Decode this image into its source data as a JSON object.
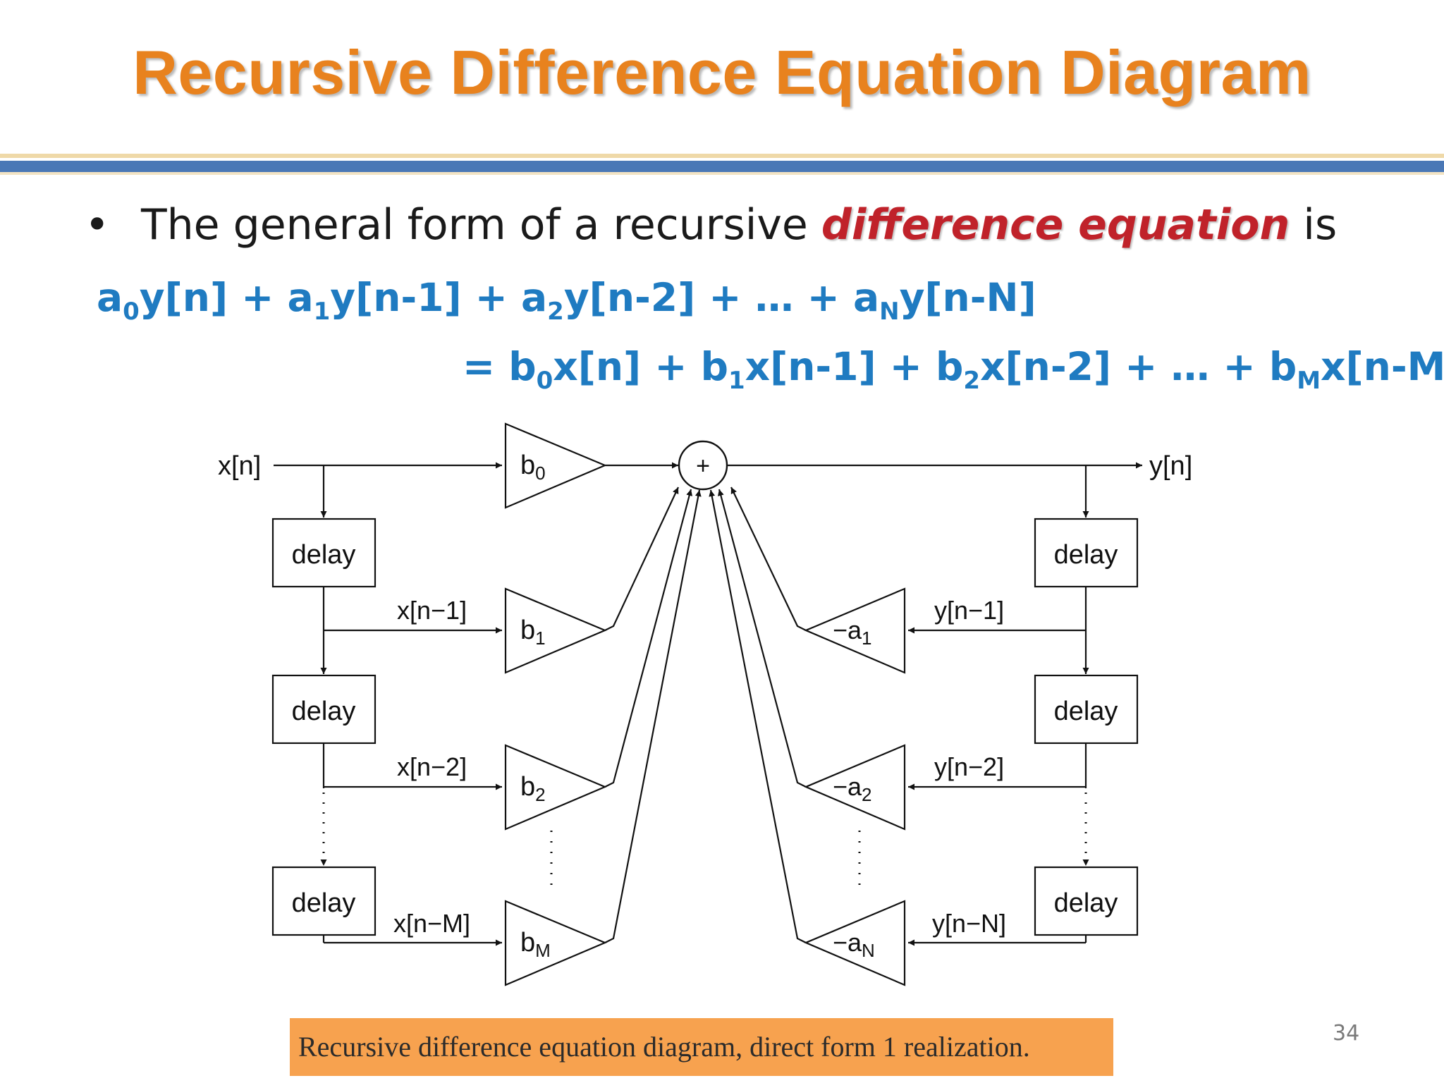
{
  "slide": {
    "title": "Recursive Difference Equation Diagram",
    "bullet": {
      "prefix": "The general form of a recursive ",
      "highlight": "difference equation",
      "suffix": " is"
    },
    "equation": {
      "lhs": [
        {
          "base": "a",
          "sub": "0",
          "text": "y[n] + "
        },
        {
          "base": "a",
          "sub": "1",
          "text": "y[n-1] + "
        },
        {
          "base": "a",
          "sub": "2",
          "text": "y[n-2] + … + "
        },
        {
          "base": "a",
          "sub": "N",
          "text": "y[n-N]"
        }
      ],
      "rhs": [
        {
          "base": "= b",
          "sub": "0",
          "text": "x[n] + "
        },
        {
          "base": "b",
          "sub": "1",
          "text": "x[n-1] + "
        },
        {
          "base": "b",
          "sub": "2",
          "text": "x[n-2] + … + "
        },
        {
          "base": "b",
          "sub": "M",
          "text": "x[n-M]"
        }
      ]
    },
    "caption": "Recursive difference equation diagram, direct form 1 realization.",
    "page_number": "34"
  },
  "diagram": {
    "input_label": "x[n]",
    "output_label": "y[n]",
    "summer_symbol": "+",
    "delay_label": "delay",
    "left_taps": [
      "x[n−1]",
      "x[n−2]",
      "x[n−M]"
    ],
    "right_taps": [
      "y[n−1]",
      "y[n−2]",
      "y[n−N]"
    ],
    "b_gains": [
      {
        "base": "b",
        "sub": "0"
      },
      {
        "base": "b",
        "sub": "1"
      },
      {
        "base": "b",
        "sub": "2"
      },
      {
        "base": "b",
        "sub": "M"
      }
    ],
    "a_gains": [
      {
        "base": "−a",
        "sub": "1"
      },
      {
        "base": "−a",
        "sub": "2"
      },
      {
        "base": "−a",
        "sub": "N"
      }
    ]
  },
  "colors": {
    "title": "#E8821E",
    "equation": "#1F7BC1",
    "highlight": "#C0222A",
    "rule": "#4A78B6",
    "caption_bg": "#F7A24F"
  }
}
